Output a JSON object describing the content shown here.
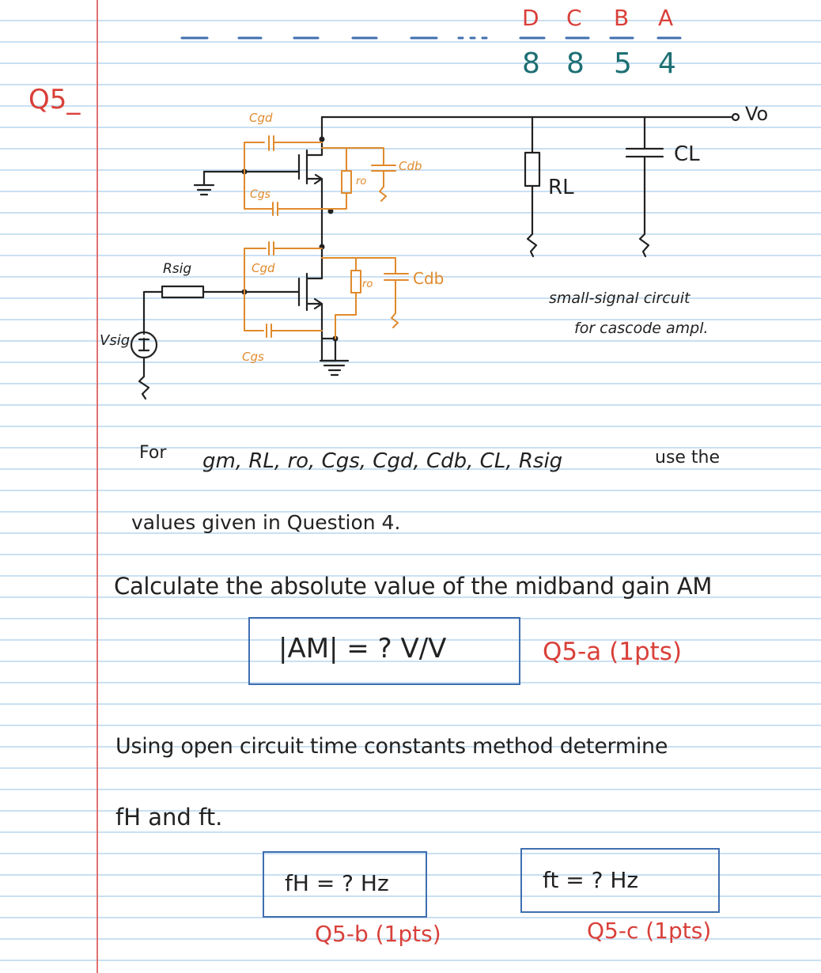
{
  "answer_key": {
    "letters": [
      "D",
      "C",
      "B",
      "A"
    ],
    "digits": [
      "8",
      "8",
      "5",
      "4"
    ]
  },
  "question_label": "Q5_",
  "circuit": {
    "labels": {
      "cgd_top": "Cgd",
      "cgs_top": "Cgs",
      "ro_top": "ro",
      "cdb_top": "Cdb",
      "cgd_bottom": "Cgd",
      "cgs_bottom": "Cgs",
      "ro_bottom": "ro",
      "cdb_bottom": "Cdb",
      "rsig": "Rsig",
      "vsig": "Vsig",
      "rl": "RL",
      "cl": "CL",
      "vo": "Vo"
    },
    "caption_line1": "small-signal circuit",
    "caption_line2": "for cascode ampl."
  },
  "text": {
    "line1_start": "For",
    "line1_params": "gm, RL, ro, Cgs, Cgd, Cdb, CL, Rsig",
    "line1_end": "use the",
    "line2": "values given in Question 4.",
    "line3": "Calculate the absolute value of the midband gain AM",
    "box_am": "|AM| = ?   V/V",
    "q5a": "Q5-a (1pts)",
    "line4": "Using open circuit time constants method determine",
    "line5": "fH and ft.",
    "box_fh": "fH = ? Hz",
    "box_ft": "ft = ? Hz",
    "q5b": "Q5-b (1pts)",
    "q5c": "Q5-c (1pts)"
  },
  "colors": {
    "ink": "#222222",
    "red": "#d9403a",
    "teal": "#1d6f73",
    "orange": "#e08a2c",
    "box": "#3f6fb0"
  }
}
